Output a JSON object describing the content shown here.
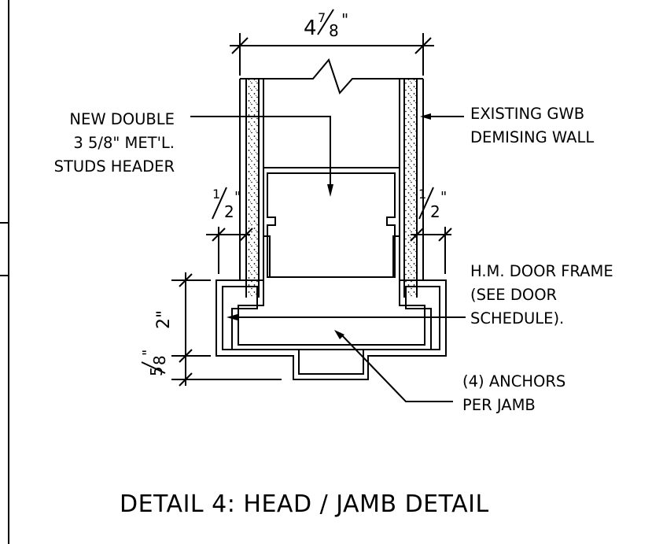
{
  "detail": {
    "title": "DETAIL 4:  HEAD / JAMB DETAIL"
  },
  "labels": {
    "new_studs": [
      "NEW DOUBLE",
      "3 5/8\" MET'L.",
      "STUDS HEADER"
    ],
    "existing_wall": [
      "EXISTING GWB",
      "DEMISING WALL"
    ],
    "door_frame": [
      "H.M. DOOR FRAME",
      "(SEE DOOR",
      "SCHEDULE)."
    ],
    "anchors": [
      "(4) ANCHORS",
      "PER JAMB"
    ]
  },
  "dimensions": {
    "overall_width": {
      "whole": "4",
      "num": "7",
      "den": "8",
      "unit": "\""
    },
    "left_gwb": {
      "num": "1",
      "den": "2",
      "unit": "\""
    },
    "right_gwb": {
      "num": "1",
      "den": "2",
      "unit": "\""
    },
    "frame_depth": "2\"",
    "stop_depth": {
      "num": "5",
      "den": "8",
      "unit": "\""
    }
  },
  "colors": {
    "line": "#000000",
    "background": "#ffffff"
  }
}
